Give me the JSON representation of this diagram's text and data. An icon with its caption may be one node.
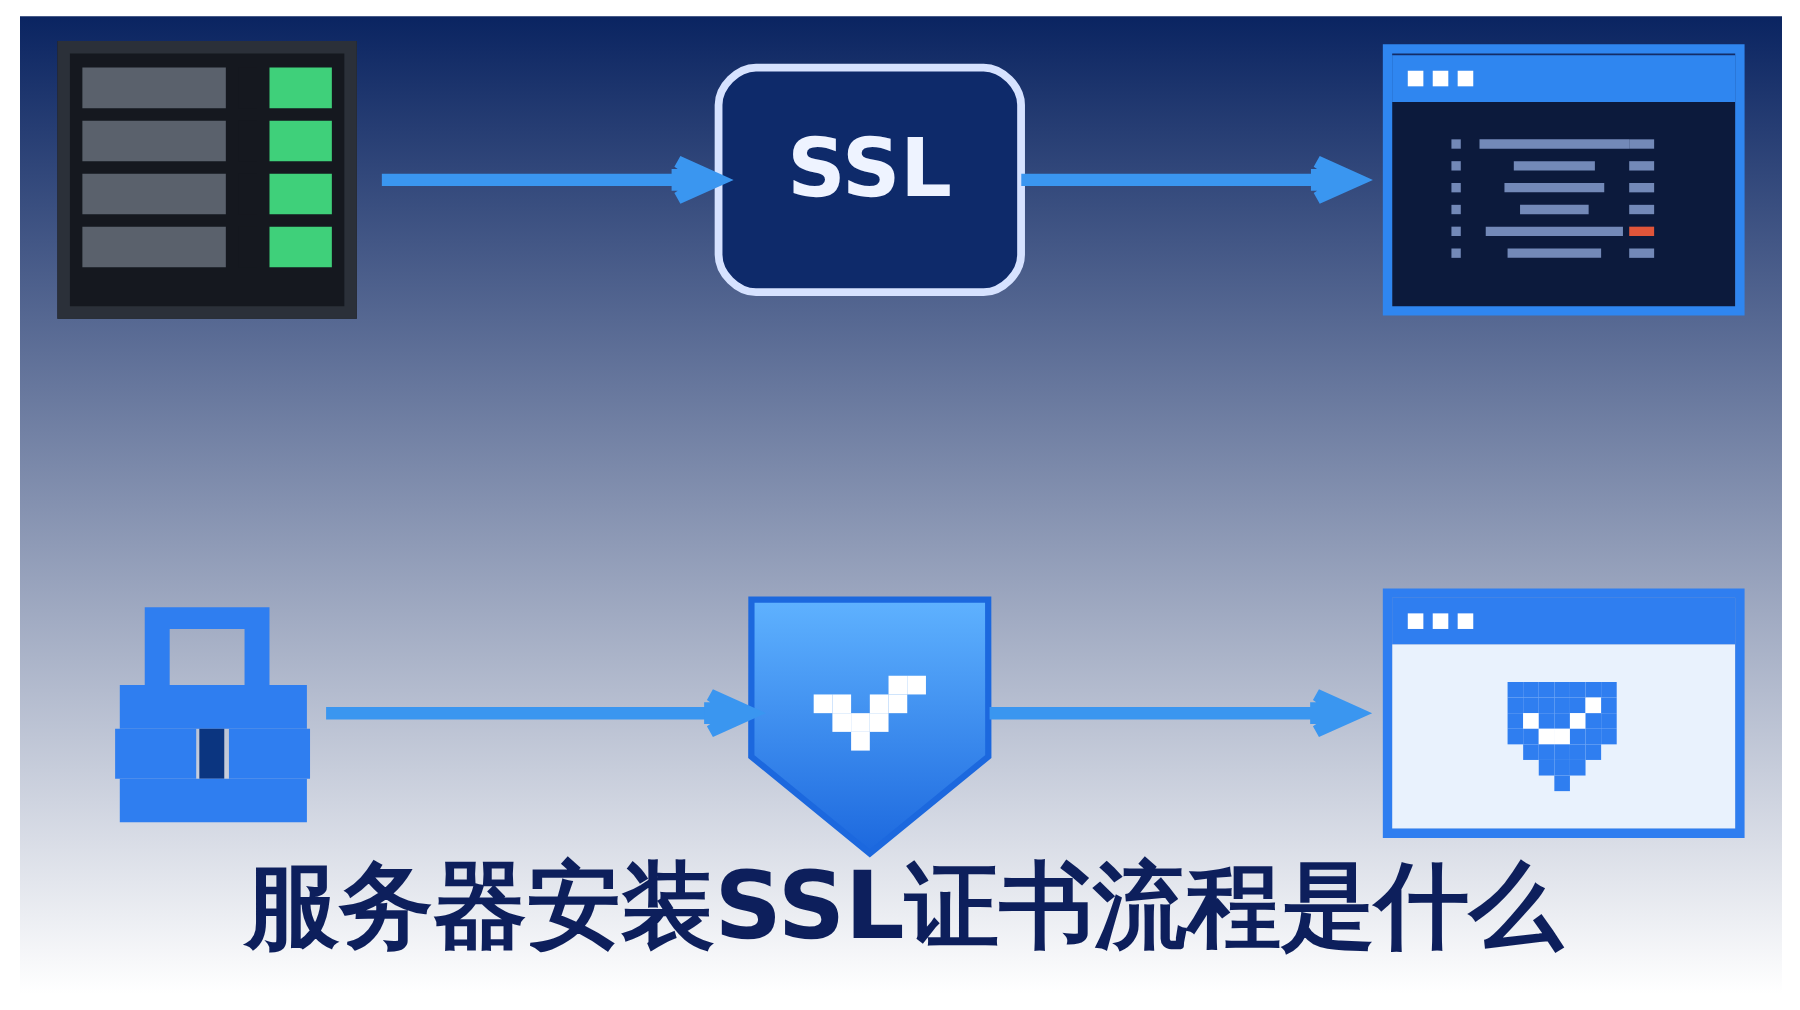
{
  "diagram": {
    "title": "服务器安装SSL证书流程是什么",
    "nodes": [
      {
        "text": [],
        "shape": "server"
      },
      {
        "text": [
          "SSL"
        ]
      },
      {
        "text": [],
        "shape": "window"
      },
      {
        "text": [],
        "shape": "lock"
      },
      {
        "text": [],
        "shape": "shield"
      },
      {
        "text": [],
        "shape": "window"
      }
    ],
    "edges": [
      {
        "from": 0,
        "to": 1,
        "arrow": "to"
      },
      {
        "from": 1,
        "to": 2,
        "arrow": "to"
      },
      {
        "from": 3,
        "to": 4,
        "arrow": "to"
      },
      {
        "from": 4,
        "to": 5,
        "arrow": "to"
      }
    ]
  }
}
